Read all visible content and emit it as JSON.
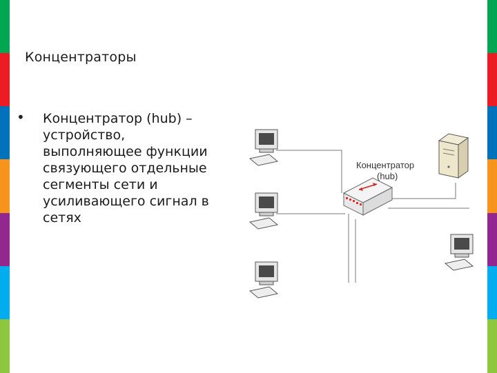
{
  "slide": {
    "title": "Концентраторы",
    "bullet": {
      "term": "Концентратор",
      "text": " (hub) – устройство, выполняющее функции связующего отдельные сегменты сети и усиливающего сигнал в сетях"
    }
  },
  "diagram": {
    "hub_label_line1": "Концентратор",
    "hub_label_line2": "(hub)",
    "nodes": [
      {
        "name": "workstation-1",
        "icon": "desktop-computer-icon"
      },
      {
        "name": "workstation-2",
        "icon": "desktop-computer-icon"
      },
      {
        "name": "workstation-3",
        "icon": "desktop-computer-icon"
      },
      {
        "name": "workstation-4",
        "icon": "desktop-computer-icon"
      },
      {
        "name": "server",
        "icon": "server-tower-icon"
      },
      {
        "name": "hub",
        "icon": "network-hub-icon"
      }
    ]
  },
  "theme": {
    "stripe_colors": [
      "#00a651",
      "#ed1c24",
      "#0072bc",
      "#f7941d",
      "#92278f",
      "#00aeef",
      "#8dc63f"
    ]
  }
}
